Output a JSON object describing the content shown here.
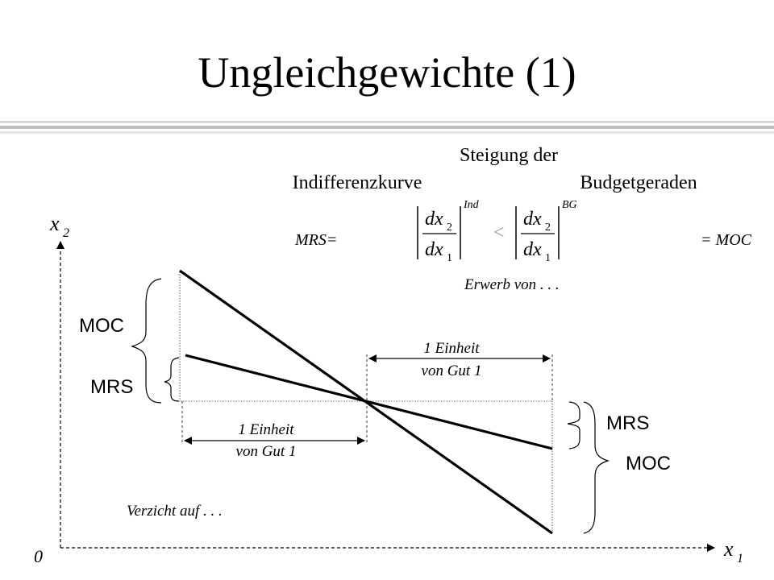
{
  "slide": {
    "title": "Ungleichgewichte (1)"
  },
  "header": {
    "steigung": "Steigung der",
    "indifferenzkurve": "Indifferenzkurve",
    "budgetgeraden": "Budgetgeraden"
  },
  "formula": {
    "mrs_lhs": "MRS=",
    "numerator": "dx",
    "denominator": "dx",
    "sub_num": "2",
    "sub_den": "1",
    "sup_left": "Ind",
    "sup_right": "BG",
    "relation": "<",
    "moc_rhs": "= MOC"
  },
  "axes": {
    "y_label": "x",
    "y_sub": "2",
    "x_label": "x",
    "x_sub": "1",
    "origin": "0"
  },
  "annotations": {
    "erwerb": "Erwerb von . . .",
    "verzicht": "Verzicht auf . . .",
    "unit_right_line1": "1 Einheit",
    "unit_right_line2": "von Gut 1",
    "unit_left_line1": "1 Einheit",
    "unit_left_line2": "von Gut 1"
  },
  "labels": {
    "moc_left": "MOC",
    "mrs_left": "MRS",
    "mrs_right": "MRS",
    "moc_right": "MOC"
  }
}
